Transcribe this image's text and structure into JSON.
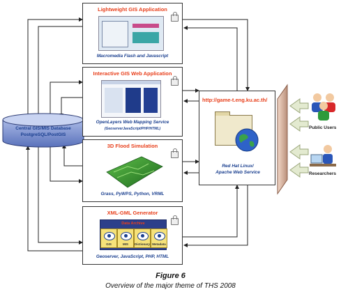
{
  "boxes": {
    "lightweight": {
      "title": "Lightweight GIS Application",
      "subtitle": "Macromedia Flash and Javascript"
    },
    "interactive": {
      "title": "Interactive GIS Web Application",
      "subtitle": "OpenLayers Web Mapping Service",
      "subtitle2": "(GeoserverJavaScript/PHP/HTML)"
    },
    "flood": {
      "title": "3D Flood Simulation",
      "subtitle": "Grass, PyWPS, Python, VRML"
    },
    "xmlgml": {
      "title": "XML-GML Generator",
      "subtitle": "Geoserver, JavaScript, PHP, HTML",
      "archive_title": "Data Archive",
      "archive_items": [
        "GIS",
        "MIS",
        "Dictionary",
        "Metadata"
      ]
    }
  },
  "database": {
    "line1": "Central GIS/MIS Database",
    "line2": "PostgreSQL/PostGIS"
  },
  "server": {
    "url": "http://game-t.eng.ku.ac.th/",
    "line1": "Red Hat Linux/",
    "line2": "Apache Web Service"
  },
  "users": {
    "public": "Public Users",
    "researchers": "Researchers"
  },
  "caption": {
    "figure": "Figure 6",
    "text": "Overview of the major theme of THS 2008"
  },
  "colors": {
    "title_red": "#e8401c",
    "subtitle_blue": "#1a3f8f",
    "db_blue": "#6f86c8",
    "terrain_green": "#2f8a2f"
  }
}
